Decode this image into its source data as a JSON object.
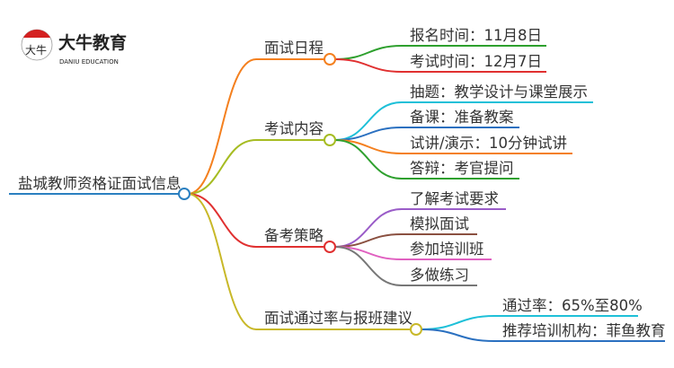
{
  "logo": {
    "name_cn": "大牛教育",
    "name_en": "DANIU EDUCATION",
    "mark": "大牛"
  },
  "root": {
    "label": "盐城教师资格证面试信息",
    "color": "#2a7fc0"
  },
  "branches": [
    {
      "label": "面试日程",
      "color": "#f4801f",
      "children": [
        {
          "label": "报名时间：11月8日",
          "color": "#2ea02e"
        },
        {
          "label": "考试时间：12月7日",
          "color": "#e03030"
        }
      ]
    },
    {
      "label": "考试内容",
      "color": "#a6bc22",
      "children": [
        {
          "label": "抽题：教学设计与课堂展示",
          "color": "#1ec0d8"
        },
        {
          "label": "备课：准备教案",
          "color": "#2a70c0"
        },
        {
          "label": "试讲/演示：10分钟试讲",
          "color": "#f4801f"
        },
        {
          "label": "答辩：考官提问",
          "color": "#2ea02e"
        }
      ]
    },
    {
      "label": "备考策略",
      "color": "#e03030",
      "children": [
        {
          "label": "了解考试要求",
          "color": "#9a5cc8"
        },
        {
          "label": "模拟面试",
          "color": "#8a5040"
        },
        {
          "label": "参加培训班",
          "color": "#e060c0"
        },
        {
          "label": "多做练习",
          "color": "#777777"
        }
      ]
    },
    {
      "label": "面试通过率与报班建议",
      "color": "#c8b828",
      "children": [
        {
          "label": "通过率：65%至80%",
          "color": "#1ec0d8"
        },
        {
          "label": "推荐培训机构：菲鱼教育",
          "color": "#2a70c0"
        }
      ]
    }
  ]
}
